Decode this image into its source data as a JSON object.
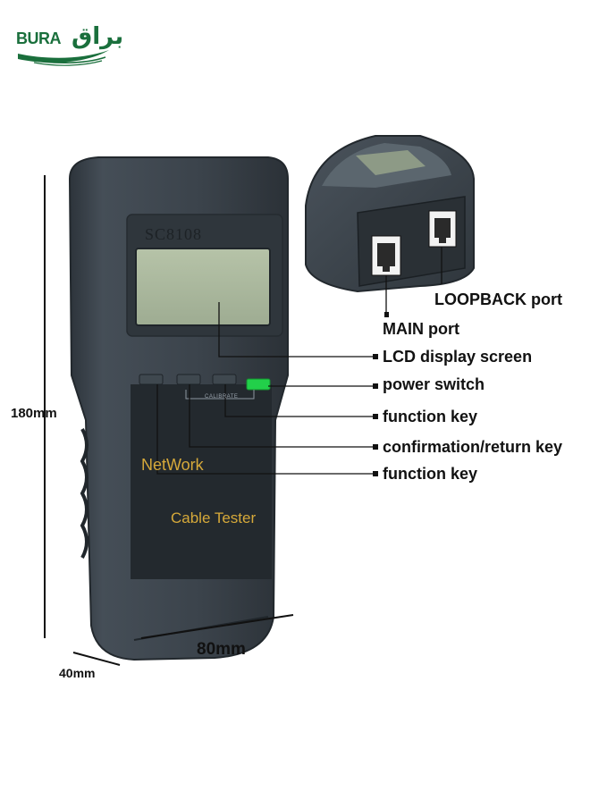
{
  "logo": {
    "latin": "BURA",
    "arabic": "براق"
  },
  "device": {
    "model": "SC8108",
    "line1": "NetWork",
    "line2": "Cable Tester",
    "calibrate": "CALIBRATE"
  },
  "callouts": {
    "loopback_port": "LOOPBACK port",
    "main_port": "MAIN port",
    "lcd": "LCD display screen",
    "power_switch": "power switch",
    "function_key_1": "function key",
    "confirmation_key": "confirmation/return key",
    "function_key_2": "function key"
  },
  "dimensions": {
    "height": "180mm",
    "width": "80mm",
    "depth": "40mm"
  },
  "colors": {
    "body": "#3b434b",
    "lcd": "#a9b79c",
    "power_led": "#22d04a",
    "print": "#d6a93a",
    "logo": "#1a6f3c"
  }
}
